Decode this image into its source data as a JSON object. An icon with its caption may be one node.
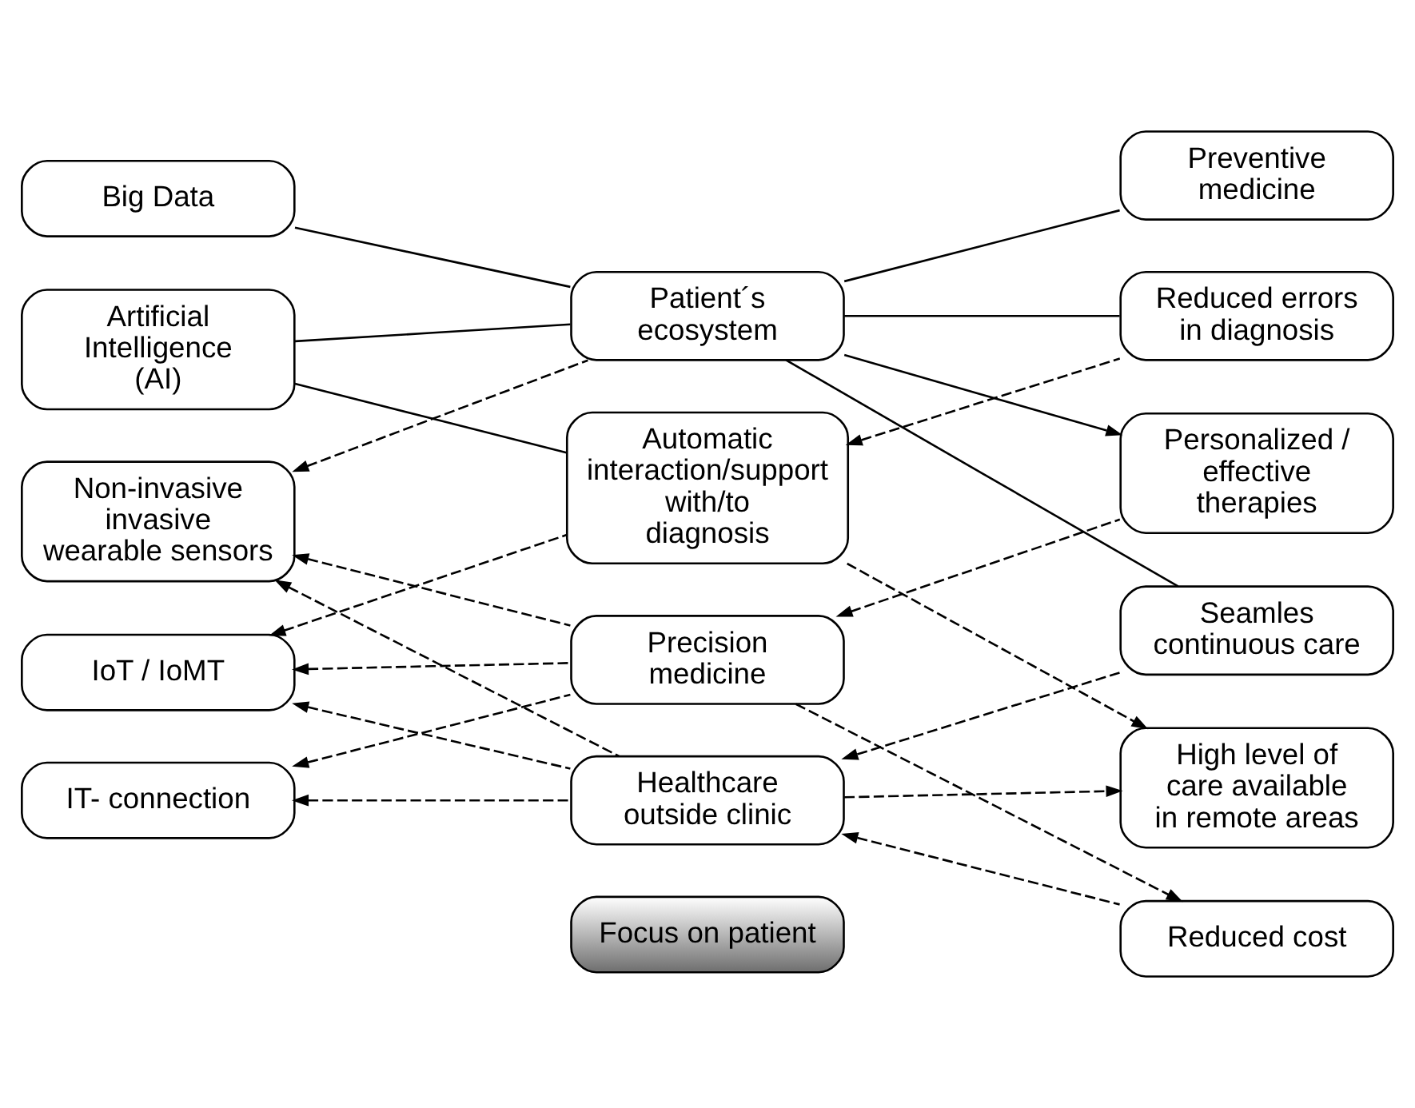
{
  "diagram": {
    "nodes": [
      {
        "text": [
          "Focus on patient"
        ]
      },
      {
        "text": [
          "Big Data"
        ]
      },
      {
        "text": [
          "Artificial Intelligence (AI)"
        ]
      },
      {
        "text": [
          "Non-invasive invasive wearable sensors"
        ]
      },
      {
        "text": [
          "IT- connection"
        ]
      },
      {
        "text": [
          "IoT / IoMT"
        ]
      },
      {
        "text": [
          "Patient´s ecosystem"
        ]
      },
      {
        "text": [
          "Precision medicine"
        ]
      },
      {
        "text": [
          "Automatic interaction/support with/to diagnosis"
        ]
      },
      {
        "text": [
          "Healthcare outside clinic"
        ]
      },
      {
        "text": [
          "Preventive medicine"
        ]
      },
      {
        "text": [
          "Personalized / effective therapies"
        ]
      },
      {
        "text": [
          "Reduced errors in diagnosis"
        ]
      },
      {
        "text": [
          "Reduced cost"
        ]
      },
      {
        "text": [
          "Seamles continuous care"
        ]
      },
      {
        "text": [
          "High level of care available in remote areas"
        ]
      }
    ],
    "edges": [
      {
        "from": 1,
        "to": 6,
        "arrow": "none"
      },
      {
        "from": 2,
        "to": 6,
        "arrow": "none"
      },
      {
        "from": 2,
        "to": 8,
        "arrow": "none"
      },
      {
        "from": 6,
        "to": 3,
        "arrow": "to",
        "style": "dashed"
      },
      {
        "from": 7,
        "to": 3,
        "arrow": "to",
        "style": "dashed"
      },
      {
        "from": 9,
        "to": 3,
        "arrow": "to",
        "style": "dashed"
      },
      {
        "from": 7,
        "to": 4,
        "arrow": "to",
        "style": "dashed"
      },
      {
        "from": 9,
        "to": 4,
        "arrow": "to",
        "style": "dashed"
      },
      {
        "from": 7,
        "to": 5,
        "arrow": "to",
        "style": "dashed"
      },
      {
        "from": 8,
        "to": 5,
        "arrow": "to",
        "style": "dashed"
      },
      {
        "from": 9,
        "to": 5,
        "arrow": "to",
        "style": "dashed"
      },
      {
        "from": 6,
        "to": 10,
        "arrow": "none"
      },
      {
        "from": 6,
        "to": 11,
        "arrow": "to"
      },
      {
        "from": 6,
        "to": 12,
        "arrow": "none"
      },
      {
        "from": 6,
        "to": 14,
        "arrow": "none"
      },
      {
        "from": 11,
        "to": 7,
        "arrow": "to",
        "style": "dashed"
      },
      {
        "from": 7,
        "to": 13,
        "arrow": "to",
        "style": "dashed"
      },
      {
        "from": 12,
        "to": 8,
        "arrow": "to",
        "style": "dashed"
      },
      {
        "from": 8,
        "to": 15,
        "arrow": "to",
        "style": "dashed"
      },
      {
        "from": 13,
        "to": 9,
        "arrow": "to",
        "style": "dashed"
      },
      {
        "from": 14,
        "to": 9,
        "arrow": "to",
        "style": "dashed"
      },
      {
        "from": 9,
        "to": 15,
        "arrow": "to",
        "style": "dashed"
      }
    ]
  }
}
